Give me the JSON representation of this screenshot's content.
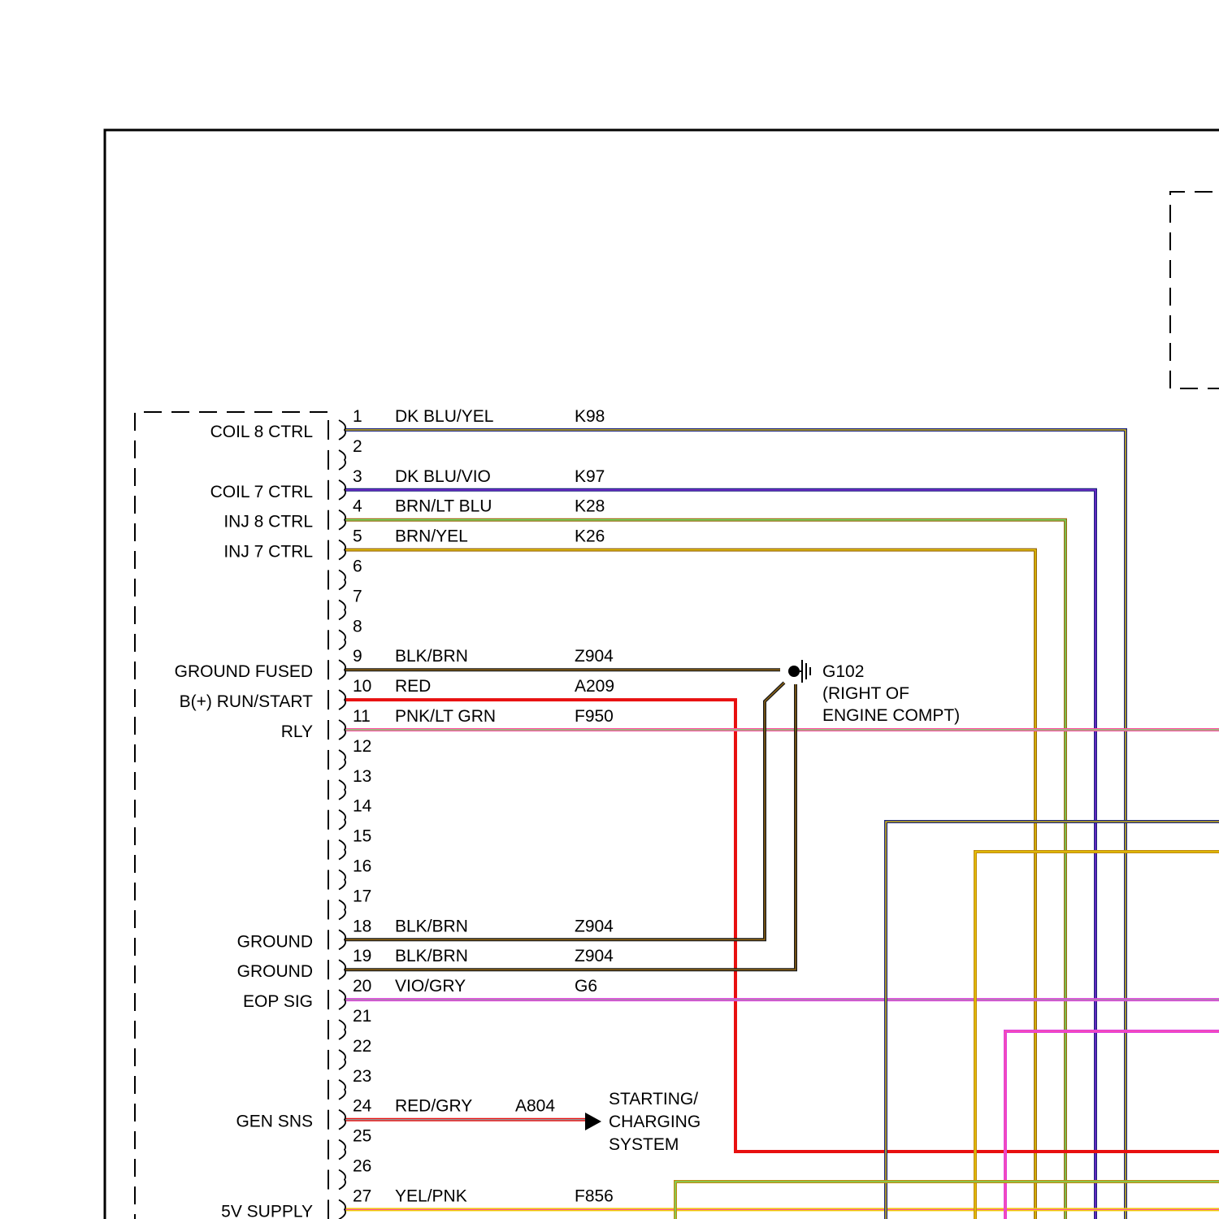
{
  "module_pins": [
    {
      "pin": "1",
      "label": "COIL 8 CTRL",
      "color": "DK BLU/YEL",
      "circuit": "K98"
    },
    {
      "pin": "2",
      "label": "",
      "color": "",
      "circuit": ""
    },
    {
      "pin": "3",
      "label": "COIL 7 CTRL",
      "color": "DK BLU/VIO",
      "circuit": "K97"
    },
    {
      "pin": "4",
      "label": "INJ 8 CTRL",
      "color": "BRN/LT BLU",
      "circuit": "K28"
    },
    {
      "pin": "5",
      "label": "INJ 7 CTRL",
      "color": "BRN/YEL",
      "circuit": "K26"
    },
    {
      "pin": "6",
      "label": "",
      "color": "",
      "circuit": ""
    },
    {
      "pin": "7",
      "label": "",
      "color": "",
      "circuit": ""
    },
    {
      "pin": "8",
      "label": "",
      "color": "",
      "circuit": ""
    },
    {
      "pin": "9",
      "label": "GROUND FUSED",
      "color": "BLK/BRN",
      "circuit": "Z904"
    },
    {
      "pin": "10",
      "label": "B(+) RUN/START",
      "color": "RED",
      "circuit": "A209"
    },
    {
      "pin": "11",
      "label": "RLY",
      "color": "PNK/LT GRN",
      "circuit": "F950"
    },
    {
      "pin": "12",
      "label": "",
      "color": "",
      "circuit": ""
    },
    {
      "pin": "13",
      "label": "",
      "color": "",
      "circuit": ""
    },
    {
      "pin": "14",
      "label": "",
      "color": "",
      "circuit": ""
    },
    {
      "pin": "15",
      "label": "",
      "color": "",
      "circuit": ""
    },
    {
      "pin": "16",
      "label": "",
      "color": "",
      "circuit": ""
    },
    {
      "pin": "17",
      "label": "",
      "color": "",
      "circuit": ""
    },
    {
      "pin": "18",
      "label": "GROUND",
      "color": "BLK/BRN",
      "circuit": "Z904"
    },
    {
      "pin": "19",
      "label": "GROUND",
      "color": "BLK/BRN",
      "circuit": "Z904"
    },
    {
      "pin": "20",
      "label": "EOP SIG",
      "color": "VIO/GRY",
      "circuit": "G6"
    },
    {
      "pin": "21",
      "label": "",
      "color": "",
      "circuit": ""
    },
    {
      "pin": "22",
      "label": "",
      "color": "",
      "circuit": ""
    },
    {
      "pin": "23",
      "label": "",
      "color": "",
      "circuit": ""
    },
    {
      "pin": "24",
      "label": "GEN SNS",
      "color": "RED/GRY",
      "circuit": "A804"
    },
    {
      "pin": "25",
      "label": "",
      "color": "",
      "circuit": ""
    },
    {
      "pin": "26",
      "label": "",
      "color": "",
      "circuit": ""
    },
    {
      "pin": "27",
      "label": "5V SUPPLY",
      "color": "YEL/PNK",
      "circuit": "F856"
    }
  ],
  "ground_point": {
    "name": "G102",
    "location_line1": "(RIGHT OF",
    "location_line2": "ENGINE COMPT)"
  },
  "destination": {
    "line1": "STARTING/",
    "line2": "CHARGING",
    "line3": "SYSTEM"
  },
  "wire_colors": {
    "dk_blue": "#1a237e",
    "yellow": "#f0d000",
    "violet": "#8a2be2",
    "brown": "#9a6b12",
    "lt_green": "#6de86d",
    "black": "#1a1a1a",
    "red": "#e81010",
    "pink": "#ff4fa0",
    "magenta": "#e040e0",
    "gray": "#9a9a9a",
    "orange_brown": "#c08a10"
  }
}
